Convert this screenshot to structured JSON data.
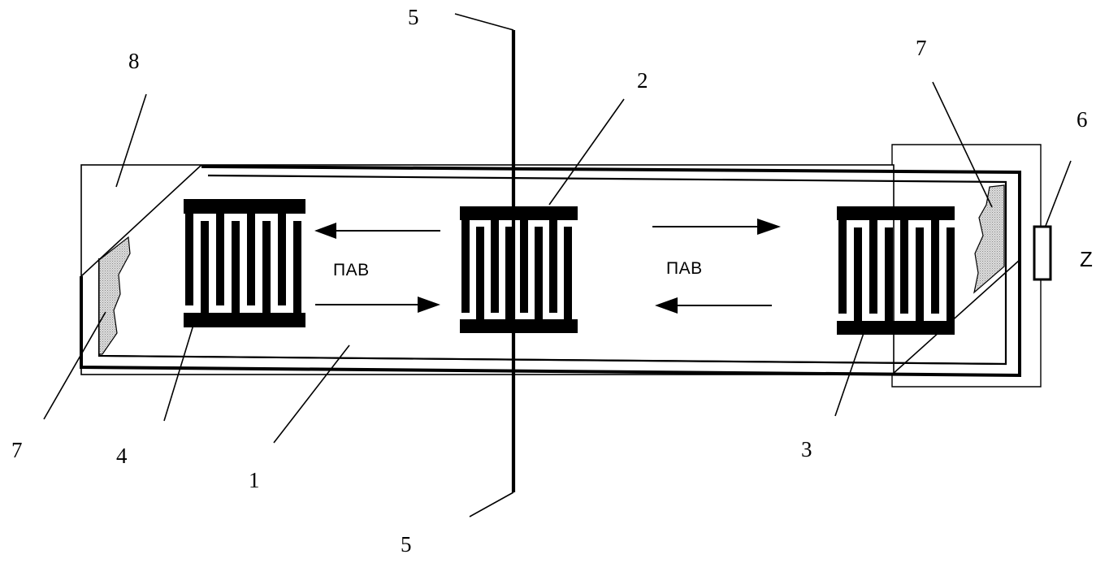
{
  "labels": {
    "substrate": "1",
    "idt_center": "2",
    "idt_right": "3",
    "idt_left": "4",
    "lead": "5",
    "load": "6",
    "absorber": "7",
    "housing": "8"
  },
  "pav_text": "ПАВ",
  "load_symbol": "Z",
  "colors": {
    "ink": "#000000",
    "absorber_fill": "#c8c8c8",
    "background": "#ffffff"
  }
}
